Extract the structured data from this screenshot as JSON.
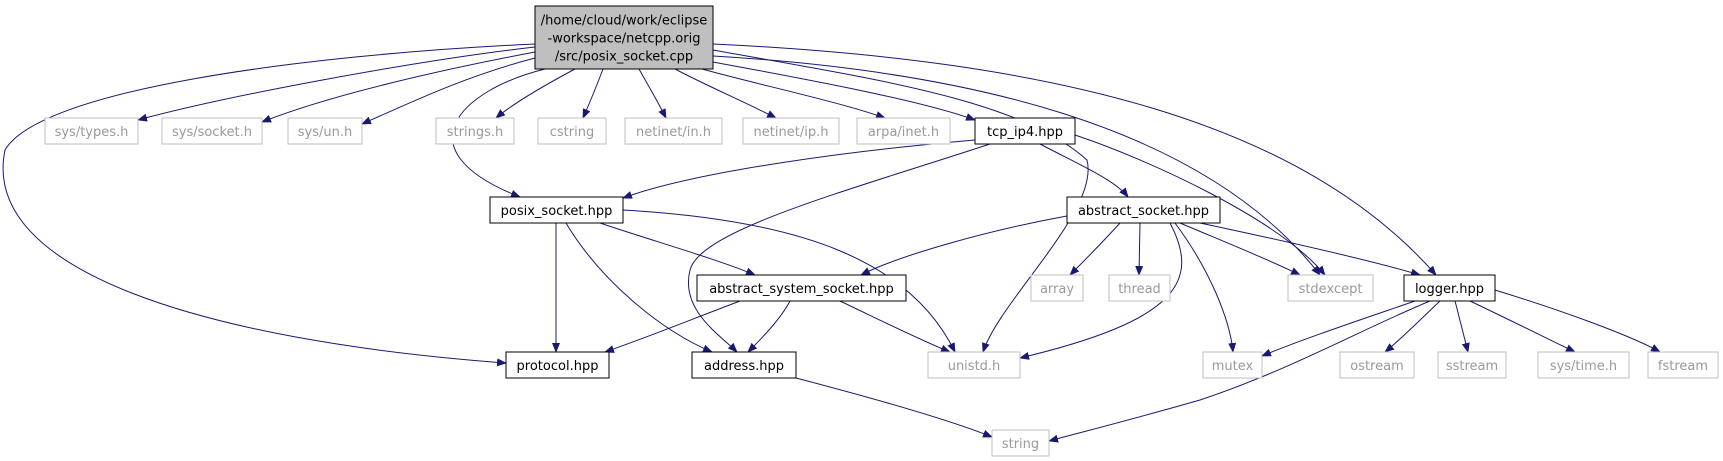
{
  "diagram": {
    "colors": {
      "edge": "#191970",
      "root_fill": "#bfbfbf",
      "documented_border": "#000000",
      "documented_text": "#000000",
      "external_border": "#bfbfbf",
      "external_text": "#9a9a9a",
      "background": "#ffffff"
    },
    "root": {
      "id": "root",
      "lines": [
        "/home/cloud/work/eclipse",
        "-workspace/netcpp.orig",
        "/src/posix_socket.cpp"
      ]
    },
    "nodes": [
      {
        "id": "sys_types",
        "label": "sys/types.h",
        "kind": "external"
      },
      {
        "id": "sys_socket",
        "label": "sys/socket.h",
        "kind": "external"
      },
      {
        "id": "sys_un",
        "label": "sys/un.h",
        "kind": "external"
      },
      {
        "id": "strings_h",
        "label": "strings.h",
        "kind": "external"
      },
      {
        "id": "cstring",
        "label": "cstring",
        "kind": "external"
      },
      {
        "id": "netinet_in",
        "label": "netinet/in.h",
        "kind": "external"
      },
      {
        "id": "netinet_ip",
        "label": "netinet/ip.h",
        "kind": "external"
      },
      {
        "id": "arpa_inet",
        "label": "arpa/inet.h",
        "kind": "external"
      },
      {
        "id": "tcp_ip4",
        "label": "tcp_ip4.hpp",
        "kind": "documented"
      },
      {
        "id": "posix_socket",
        "label": "posix_socket.hpp",
        "kind": "documented"
      },
      {
        "id": "abstract_socket",
        "label": "abstract_socket.hpp",
        "kind": "documented"
      },
      {
        "id": "abstract_system_socket",
        "label": "abstract_system_socket.hpp",
        "kind": "documented"
      },
      {
        "id": "array",
        "label": "array",
        "kind": "external"
      },
      {
        "id": "thread",
        "label": "thread",
        "kind": "external"
      },
      {
        "id": "stdexcept",
        "label": "stdexcept",
        "kind": "external"
      },
      {
        "id": "logger",
        "label": "logger.hpp",
        "kind": "documented"
      },
      {
        "id": "protocol",
        "label": "protocol.hpp",
        "kind": "documented"
      },
      {
        "id": "address",
        "label": "address.hpp",
        "kind": "documented"
      },
      {
        "id": "unistd",
        "label": "unistd.h",
        "kind": "external"
      },
      {
        "id": "mutex",
        "label": "mutex",
        "kind": "external"
      },
      {
        "id": "ostream",
        "label": "ostream",
        "kind": "external"
      },
      {
        "id": "sstream",
        "label": "sstream",
        "kind": "external"
      },
      {
        "id": "sys_time",
        "label": "sys/time.h",
        "kind": "external"
      },
      {
        "id": "fstream",
        "label": "fstream",
        "kind": "external"
      },
      {
        "id": "string",
        "label": "string",
        "kind": "external"
      }
    ],
    "edges": [
      {
        "from": "root",
        "to": "sys_types"
      },
      {
        "from": "root",
        "to": "sys_socket"
      },
      {
        "from": "root",
        "to": "sys_un"
      },
      {
        "from": "root",
        "to": "strings_h"
      },
      {
        "from": "root",
        "to": "cstring"
      },
      {
        "from": "root",
        "to": "netinet_in"
      },
      {
        "from": "root",
        "to": "netinet_ip"
      },
      {
        "from": "root",
        "to": "arpa_inet"
      },
      {
        "from": "root",
        "to": "tcp_ip4"
      },
      {
        "from": "root",
        "to": "posix_socket"
      },
      {
        "from": "root",
        "to": "protocol"
      },
      {
        "from": "root",
        "to": "unistd"
      },
      {
        "from": "root",
        "to": "stdexcept"
      },
      {
        "from": "root",
        "to": "logger"
      },
      {
        "from": "tcp_ip4",
        "to": "posix_socket"
      },
      {
        "from": "tcp_ip4",
        "to": "abstract_socket"
      },
      {
        "from": "tcp_ip4",
        "to": "address"
      },
      {
        "from": "tcp_ip4",
        "to": "stdexcept"
      },
      {
        "from": "posix_socket",
        "to": "abstract_system_socket"
      },
      {
        "from": "posix_socket",
        "to": "protocol"
      },
      {
        "from": "posix_socket",
        "to": "address"
      },
      {
        "from": "posix_socket",
        "to": "unistd"
      },
      {
        "from": "abstract_socket",
        "to": "abstract_system_socket"
      },
      {
        "from": "abstract_socket",
        "to": "array"
      },
      {
        "from": "abstract_socket",
        "to": "thread"
      },
      {
        "from": "abstract_socket",
        "to": "stdexcept"
      },
      {
        "from": "abstract_socket",
        "to": "logger"
      },
      {
        "from": "abstract_socket",
        "to": "unistd"
      },
      {
        "from": "abstract_socket",
        "to": "mutex"
      },
      {
        "from": "abstract_system_socket",
        "to": "protocol"
      },
      {
        "from": "abstract_system_socket",
        "to": "address"
      },
      {
        "from": "abstract_system_socket",
        "to": "unistd"
      },
      {
        "from": "logger",
        "to": "mutex"
      },
      {
        "from": "logger",
        "to": "string"
      },
      {
        "from": "logger",
        "to": "ostream"
      },
      {
        "from": "logger",
        "to": "sstream"
      },
      {
        "from": "logger",
        "to": "sys_time"
      },
      {
        "from": "logger",
        "to": "fstream"
      },
      {
        "from": "address",
        "to": "string"
      }
    ]
  }
}
